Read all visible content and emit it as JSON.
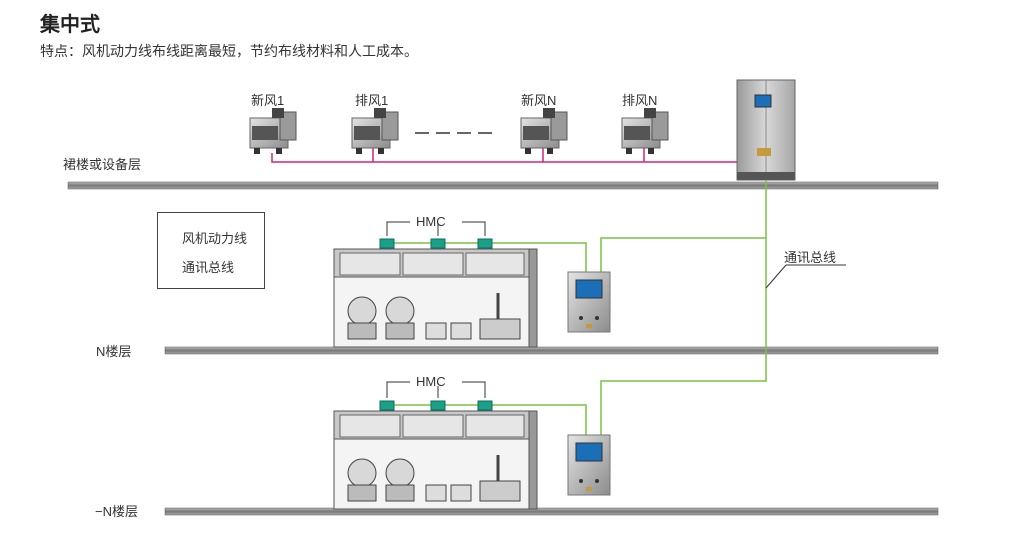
{
  "header": {
    "title": "集中式",
    "subtitle": "特点：风机动力线布线距离最短，节约布线材料和人工成本。"
  },
  "fans": [
    {
      "label": "新风1"
    },
    {
      "label": "排风1"
    },
    {
      "label": "新风N"
    },
    {
      "label": "排风N"
    }
  ],
  "floors": {
    "top": "裙楼或设备层",
    "n": "N楼层",
    "minus_n": "−N楼层"
  },
  "legend": {
    "power_line": "风机动力线",
    "comm_line": "通讯总线"
  },
  "labels": {
    "hmc_1": "HMC",
    "hmc_2": "HMC",
    "comm_bus": "通讯总线"
  },
  "colors": {
    "power_line": "#d4237a",
    "comm_line": "#7cc242",
    "hmc_module": "#1aa088"
  }
}
